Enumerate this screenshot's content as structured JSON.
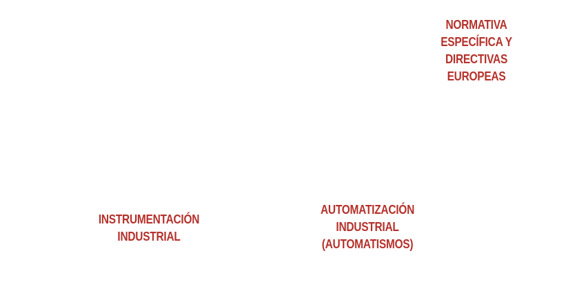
{
  "colors": {
    "text": "#b5312b",
    "background": "#ffffff"
  },
  "labels": {
    "normativa": {
      "lines": [
        "NORMATIVA",
        "ESPECÍFICA Y",
        "DIRECTIVAS",
        "EUROPEAS"
      ]
    },
    "instrumentacion": {
      "lines": [
        "INSTRUMENTACIÓN",
        "INDUSTRIAL"
      ]
    },
    "automatizacion": {
      "lines": [
        "AUTOMATIZACIÓN",
        "INDUSTRIAL",
        "(AUTOMATISMOS)"
      ]
    }
  }
}
